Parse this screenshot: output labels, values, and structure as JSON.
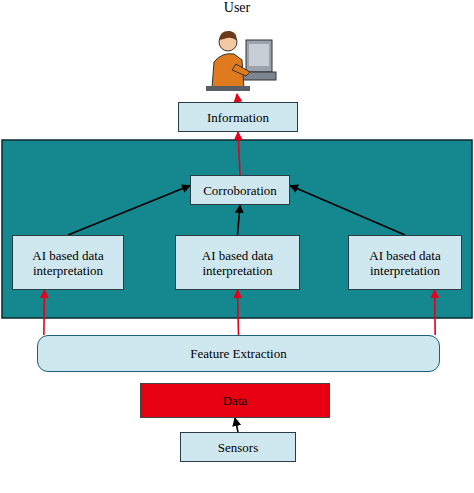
{
  "diagram": {
    "nodes": [
      {
        "text": [
          "User"
        ]
      },
      {
        "text": [
          "Information"
        ]
      },
      {
        "text": [
          "Corroboration"
        ]
      },
      {
        "text": [
          "AI based data interpretation"
        ]
      },
      {
        "text": [
          "AI based data interpretation"
        ]
      },
      {
        "text": [
          "AI based data interpretation"
        ]
      },
      {
        "text": [
          "Feature Extraction"
        ]
      },
      {
        "text": [
          "Data"
        ]
      },
      {
        "text": [
          "Sensors"
        ]
      }
    ],
    "edges": [
      {
        "from": 1,
        "to": 0,
        "arrow": "to"
      },
      {
        "from": 2,
        "to": 1,
        "arrow": "to"
      },
      {
        "from": 3,
        "to": 2,
        "arrow": "to"
      },
      {
        "from": 4,
        "to": 2,
        "arrow": "to"
      },
      {
        "from": 5,
        "to": 2,
        "arrow": "to"
      },
      {
        "from": 6,
        "to": 3,
        "arrow": "to"
      },
      {
        "from": 6,
        "to": 4,
        "arrow": "to"
      },
      {
        "from": 6,
        "to": 5,
        "arrow": "to"
      },
      {
        "from": 8,
        "to": 7,
        "arrow": "to"
      }
    ]
  }
}
